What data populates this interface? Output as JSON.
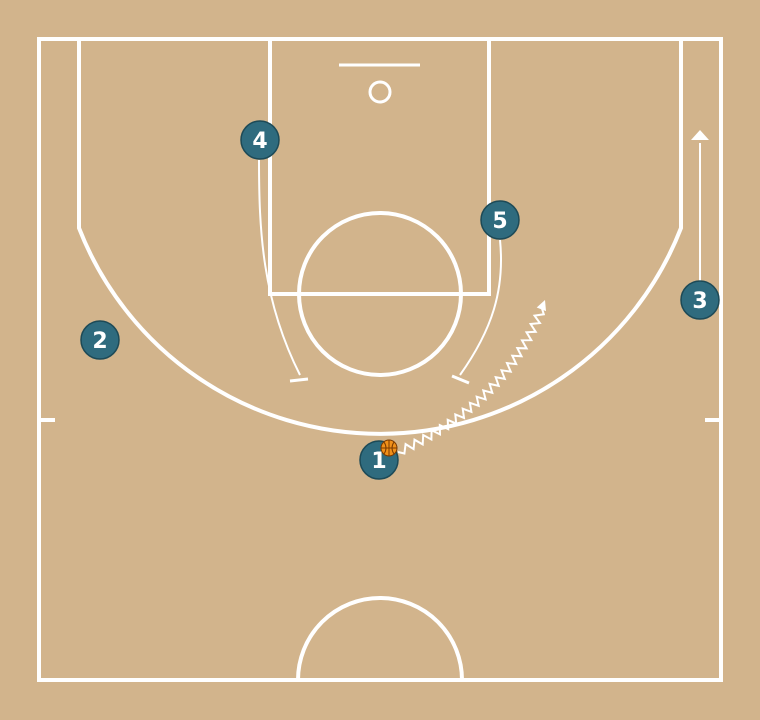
{
  "colors": {
    "court_background": "#d2b48c",
    "court_lines": "#ffffff",
    "player_fill": "#2f6b7e",
    "player_stroke": "#1d4a57",
    "ball_fill": "#f0901a",
    "ball_seams": "#7a3a00"
  },
  "players": [
    {
      "id": "p1",
      "label": "1",
      "has_ball": true
    },
    {
      "id": "p2",
      "label": "2",
      "has_ball": false
    },
    {
      "id": "p3",
      "label": "3",
      "has_ball": false
    },
    {
      "id": "p4",
      "label": "4",
      "has_ball": false
    },
    {
      "id": "p5",
      "label": "5",
      "has_ball": false
    }
  ],
  "actions": [
    {
      "id": "dribble-1",
      "type": "dribble",
      "player": "1",
      "end": "arrow"
    },
    {
      "id": "cut-3",
      "type": "move",
      "player": "3",
      "end": "arrow"
    },
    {
      "id": "screen-4",
      "type": "screen",
      "player": "4",
      "end": "bar"
    },
    {
      "id": "screen-5",
      "type": "screen",
      "player": "5",
      "end": "bar"
    }
  ]
}
